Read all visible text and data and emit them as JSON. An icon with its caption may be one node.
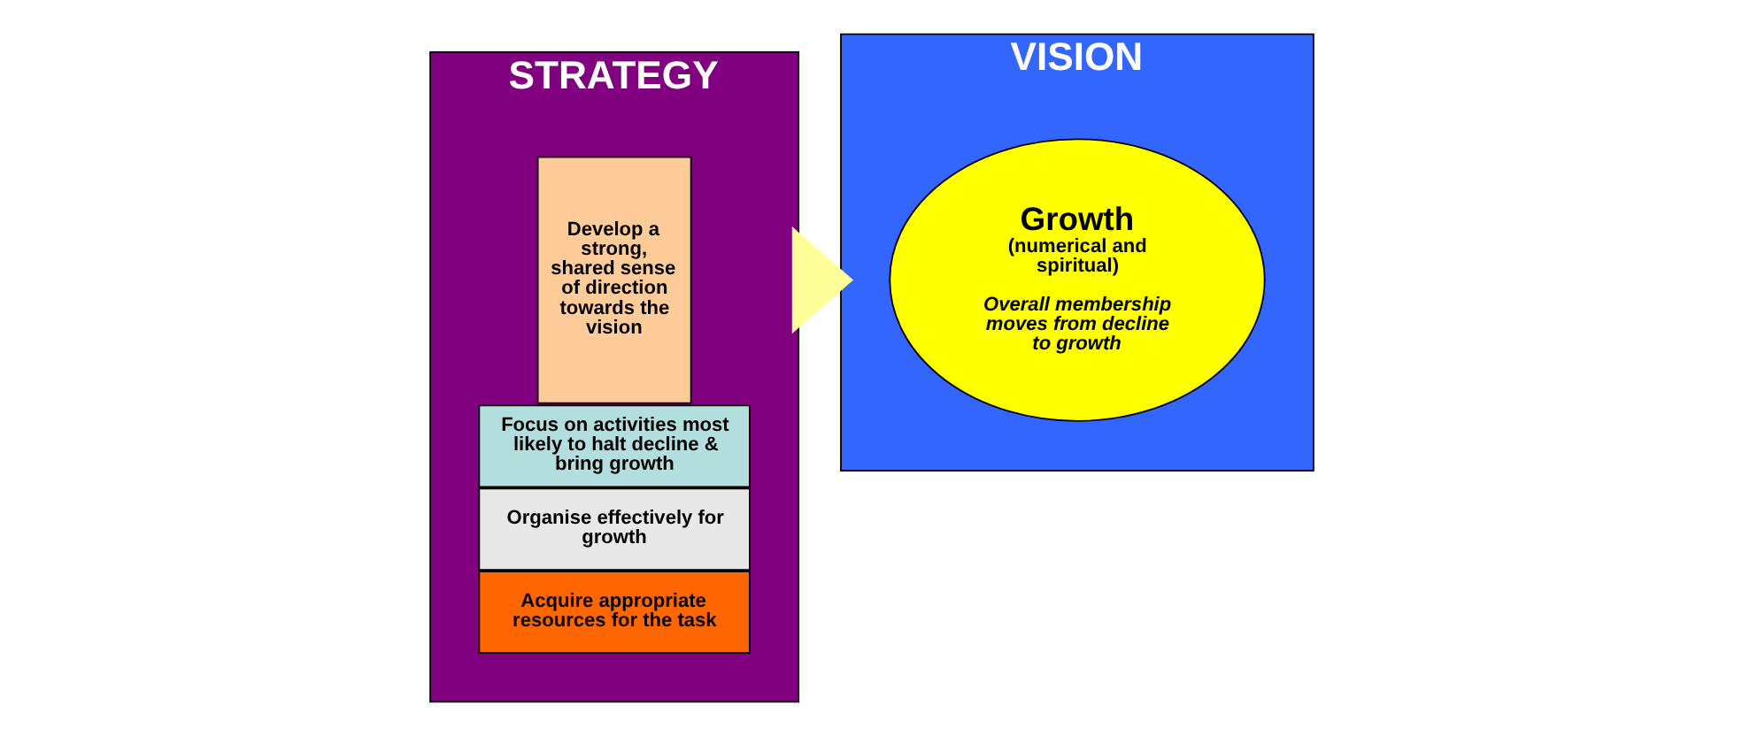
{
  "diagram": {
    "nodes": [
      {
        "text": [
          "STRATEGY"
        ]
      },
      {
        "text": [
          "Develop a strong, shared sense of direction towards the vision"
        ],
        "in": 0
      },
      {
        "text": [
          "Focus on activities most likely to halt decline & bring growth"
        ],
        "in": 0
      },
      {
        "text": [
          "Organise effectively for growth"
        ],
        "in": 0
      },
      {
        "text": [
          "Acquire appropriate resources for the task"
        ],
        "in": 0
      },
      {
        "text": [
          "VISION"
        ]
      },
      {
        "text": [
          "Growth",
          "(numerical and spiritual)",
          "Overall membership moves from decline to growth"
        ],
        "in": 5
      }
    ],
    "edges": [
      {
        "from": 0,
        "to": 5,
        "arrow": "to",
        "style": "thick",
        "color": "#ffff99"
      }
    ]
  }
}
